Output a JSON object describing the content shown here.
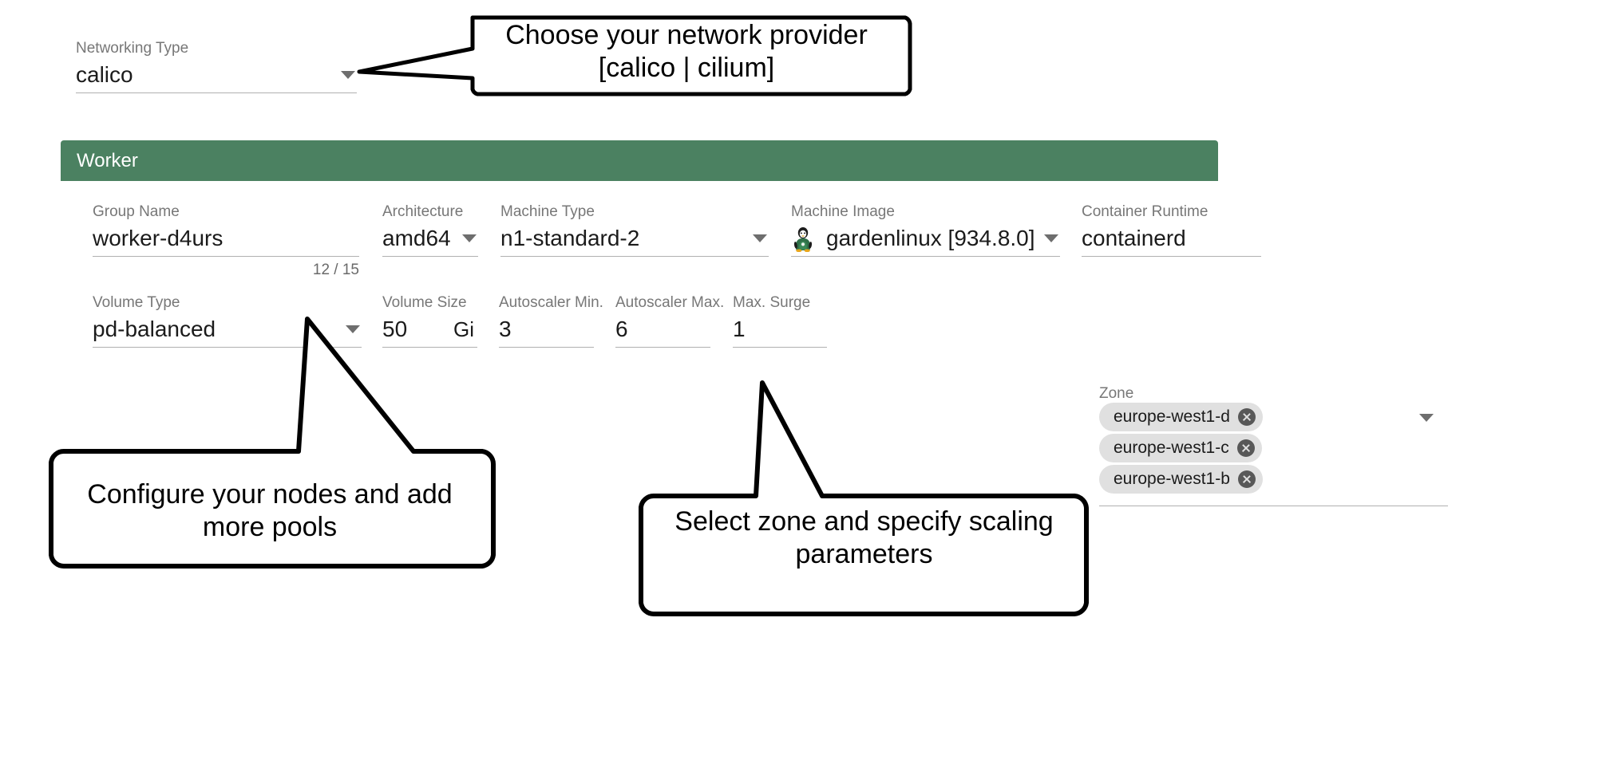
{
  "networking": {
    "label": "Networking Type",
    "value": "calico",
    "caret_icon": "chevron-down-icon"
  },
  "worker": {
    "header_title": "Worker",
    "header_color": "#4b8161",
    "row1": {
      "group_name": {
        "label": "Group Name",
        "value": "worker-d4urs",
        "counter": "12 / 15"
      },
      "architecture": {
        "label": "Architecture",
        "value": "amd64"
      },
      "machine_type": {
        "label": "Machine Type",
        "value": "n1-standard-2"
      },
      "machine_image": {
        "label": "Machine Image",
        "value": "gardenlinux [934.8.0]",
        "icon": "penguin-icon"
      },
      "container_runtime": {
        "label": "Container Runtime",
        "value": "containerd"
      }
    },
    "row2": {
      "volume_type": {
        "label": "Volume Type",
        "value": "pd-balanced"
      },
      "volume_size": {
        "label": "Volume Size",
        "value": "50",
        "unit": "Gi"
      },
      "autoscaler_min": {
        "label": "Autoscaler Min.",
        "value": "3"
      },
      "autoscaler_max": {
        "label": "Autoscaler Max.",
        "value": "6"
      },
      "max_surge": {
        "label": "Max. Surge",
        "value": "1"
      },
      "zone": {
        "label": "Zone",
        "chips": [
          {
            "label": "europe-west1-d",
            "remove_icon": "close-circle-icon"
          },
          {
            "label": "europe-west1-c",
            "remove_icon": "close-circle-icon"
          },
          {
            "label": "europe-west1-b",
            "remove_icon": "close-circle-icon"
          }
        ]
      }
    }
  },
  "callouts": {
    "top": "Choose your network provider\n[calico | cilium]",
    "left": "Configure your nodes and add\nmore pools",
    "right": "Select zone and specify scaling\nparameters"
  }
}
